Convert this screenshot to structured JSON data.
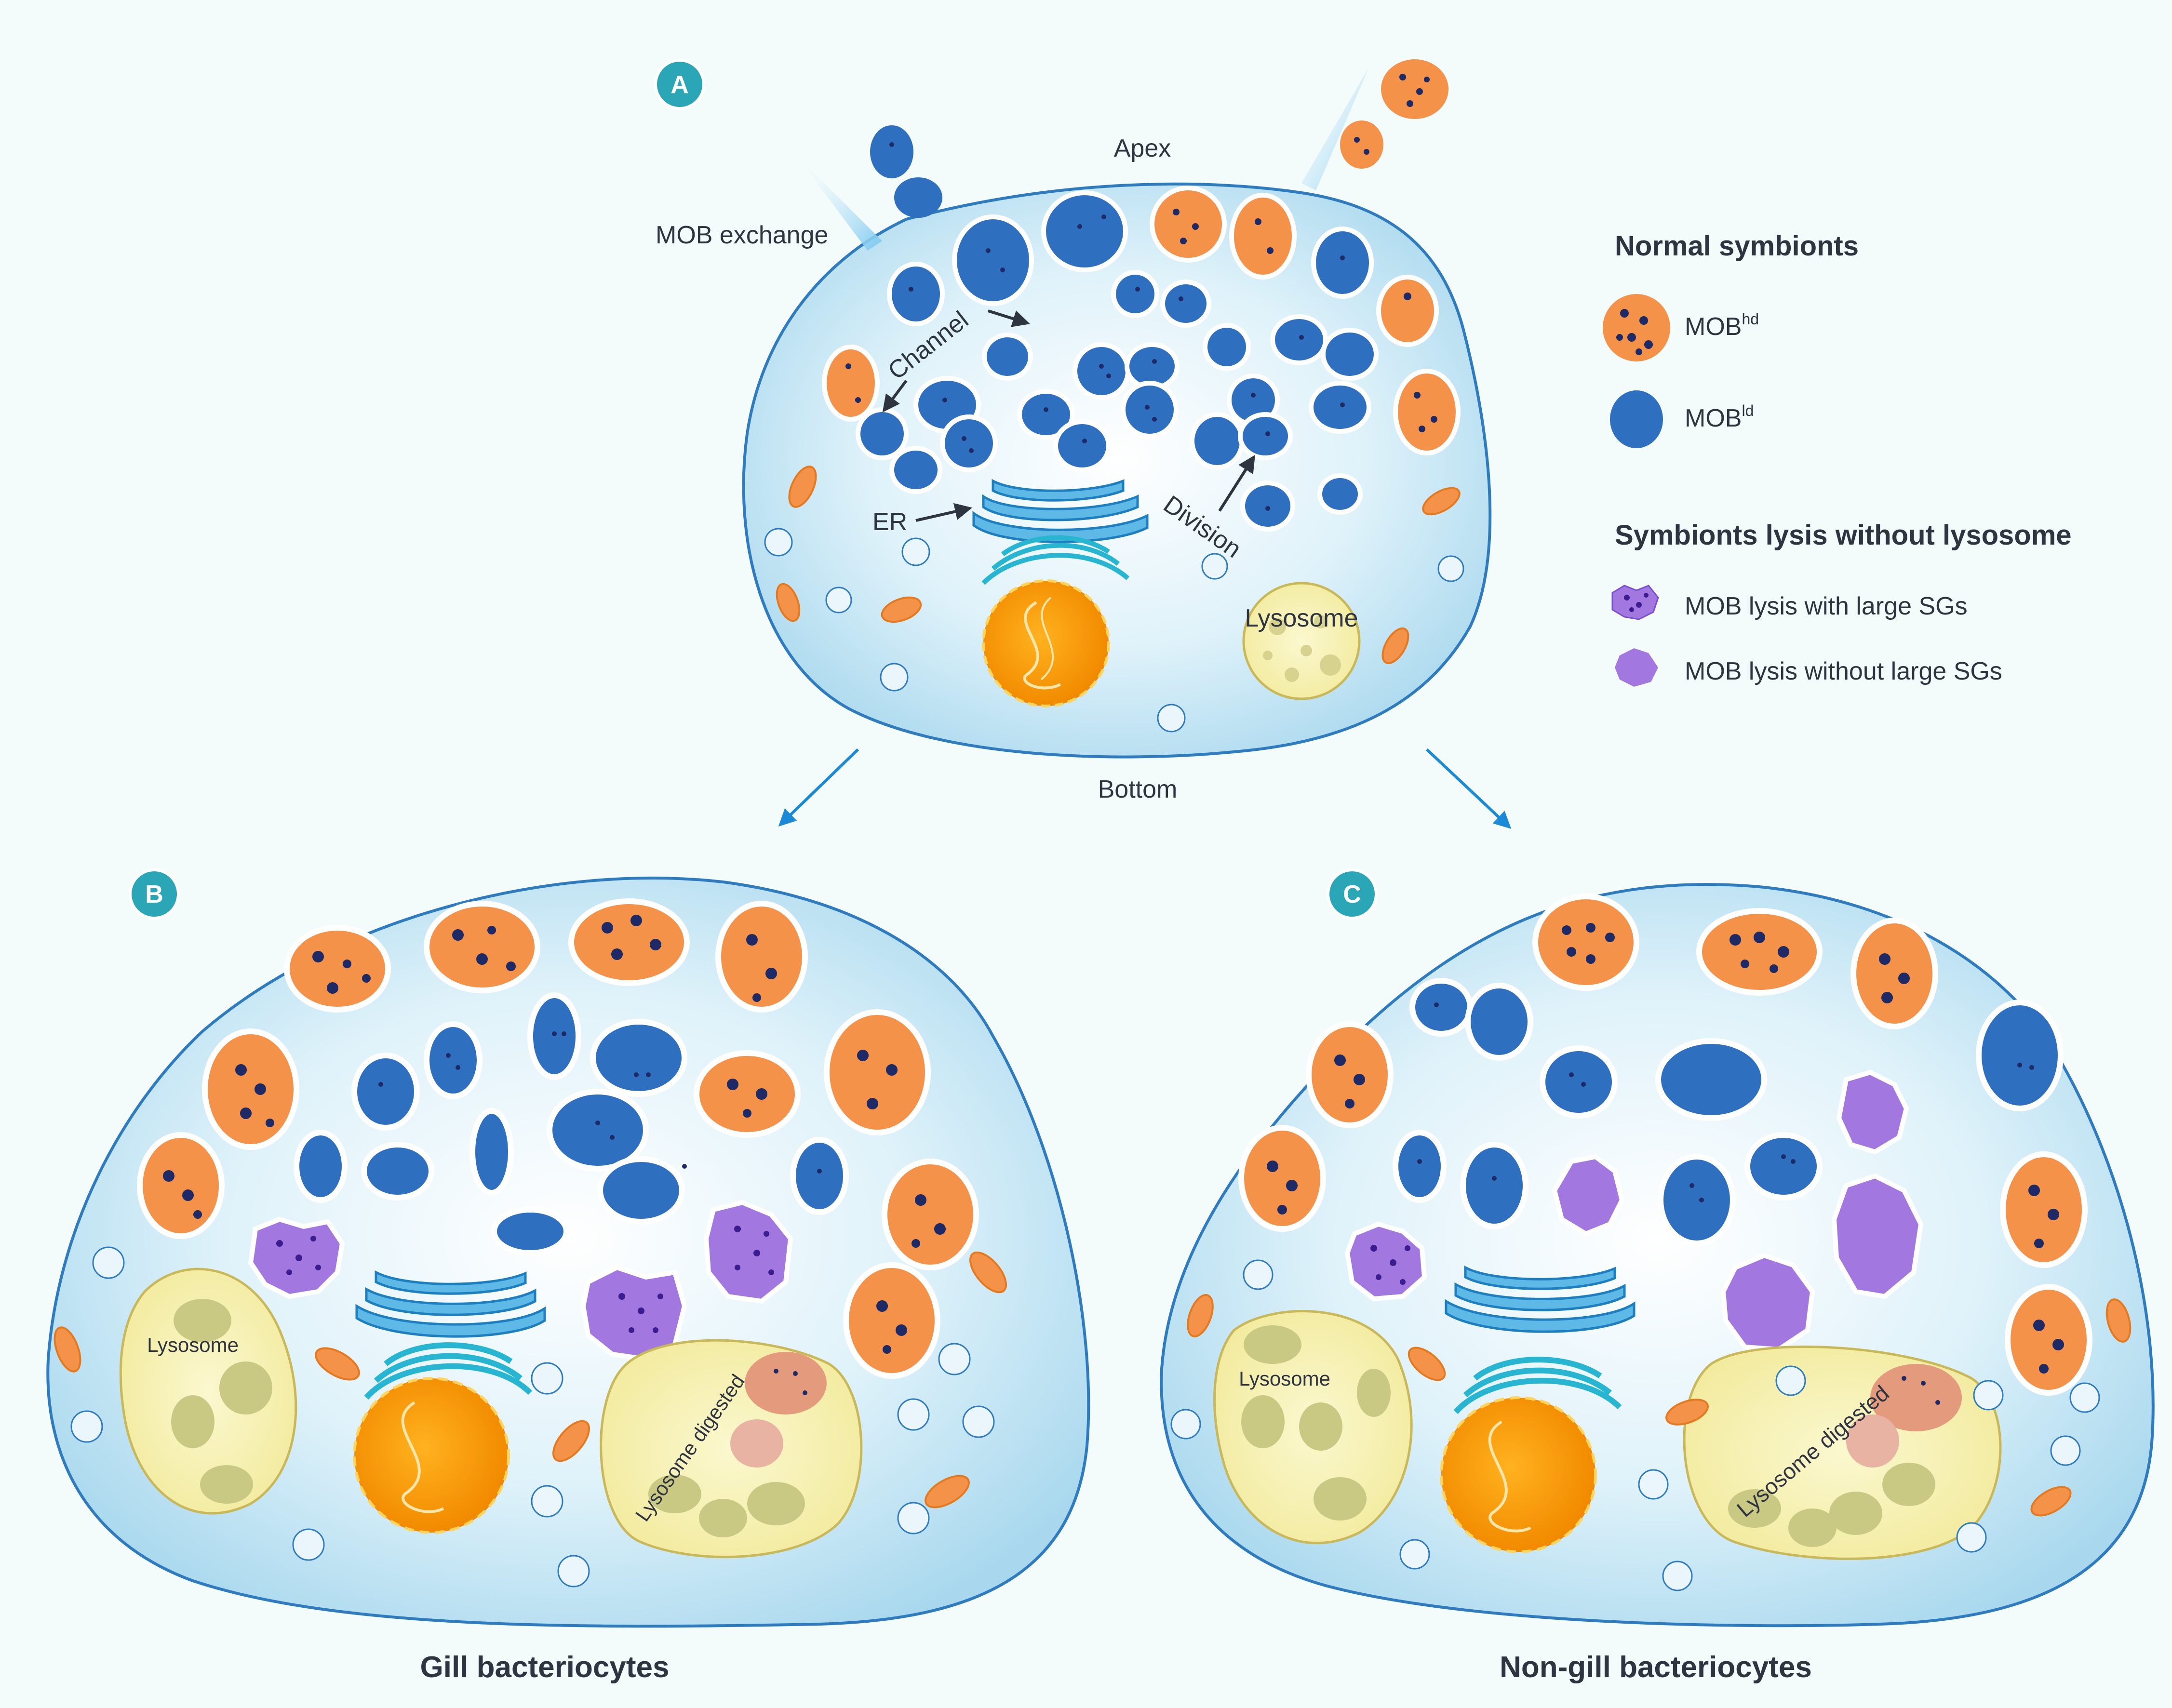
{
  "panels": {
    "a": {
      "badge": "A"
    },
    "b": {
      "badge": "B",
      "caption": "Gill bacteriocytes"
    },
    "c": {
      "badge": "C",
      "caption": "Non-gill bacteriocytes"
    }
  },
  "labels": {
    "apex": "Apex",
    "bottom": "Bottom",
    "mob_exchange": "MOB exchange",
    "channel": "Channel",
    "er": "ER",
    "division": "Division",
    "lysosome": "Lysosome",
    "lysosome_digested": "Lysosome digested"
  },
  "legend": {
    "normal_title": "Normal symbionts",
    "mob_hd": {
      "base": "MOB",
      "sup": "hd"
    },
    "mob_ld": {
      "base": "MOB",
      "sup": "ld"
    },
    "lysis_title": "Symbionts lysis without lysosome",
    "lysis_large": "MOB lysis with large SGs",
    "lysis_small": "MOB lysis without large SGs"
  },
  "colors": {
    "background": "#f3fbfb",
    "cell_fill": "#cfeaf6",
    "cell_stroke": "#2e7bbf",
    "mob_hd": "#f4924a",
    "mob_ld": "#2f6fc0",
    "lysis": "#a377e0",
    "lysosome": "#f7f2b4",
    "nucleus": "#f89a10",
    "badge": "#2aa6b6"
  }
}
